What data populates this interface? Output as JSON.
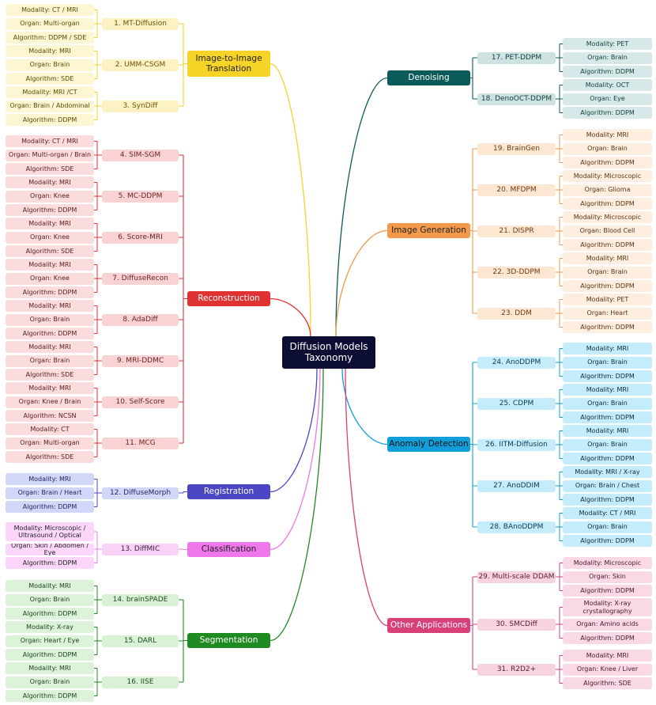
{
  "root": {
    "label": "Diffusion Models Taxonomy",
    "color": "#0b0d33"
  },
  "categories": [
    {
      "id": "i2i",
      "label": "Image-to-Image Translation",
      "color": "#f5d327",
      "text_color": "#222222",
      "method_color": "#fdf2c4",
      "leaf_color": "#fdf6d3",
      "method_text": "#6b5300",
      "leaf_text": "#5a4a00",
      "methods": [
        {
          "label": "1. MT-Diffusion",
          "attrs": [
            "Modality: CT / MRI",
            "Organ: Multi-organ",
            "Algorithm: DDPM / SDE"
          ]
        },
        {
          "label": "2. UMM-CSGM",
          "attrs": [
            "Modality: MRI",
            "Organ: Brain",
            "Algorithm: SDE"
          ]
        },
        {
          "label": "3. SynDiff",
          "attrs": [
            "Modality: MRI /CT",
            "Organ: Brain / Abdominal",
            "Algorithm: DDPM"
          ]
        }
      ]
    },
    {
      "id": "recon",
      "label": "Reconstruction",
      "color": "#e03233",
      "text_color": "#ffffff",
      "method_color": "#f9d3d3",
      "leaf_color": "#fbdcdc",
      "method_text": "#6a1f1f",
      "leaf_text": "#5a1a1a",
      "methods": [
        {
          "label": "4. SIM-SGM",
          "attrs": [
            "Modality: CT / MRI",
            "Organ: Multi-organ / Brain",
            "Algorithm: SDE"
          ]
        },
        {
          "label": "5. MC-DDPM",
          "attrs": [
            "Modality: MRI",
            "Organ: Knee",
            "Algorithm: DDPM"
          ]
        },
        {
          "label": "6. Score-MRI",
          "attrs": [
            "Modality: MRI",
            "Organ: Knee",
            "Algorithm: SDE"
          ]
        },
        {
          "label": "7. DiffuseRecon",
          "attrs": [
            "Modality: MRI",
            "Organ: Knee",
            "Algorithm: DDPM"
          ]
        },
        {
          "label": "8. AdaDiff",
          "attrs": [
            "Modality: MRI",
            "Organ: Brain",
            "Algorithm: DDPM"
          ]
        },
        {
          "label": "9. MRI-DDMC",
          "attrs": [
            "Modality: MRI",
            "Organ: Brain",
            "Algorithm: SDE"
          ]
        },
        {
          "label": "10. Self-Score",
          "attrs": [
            "Modality: MRI",
            "Organ: Knee / Brain",
            "Algorithm: NCSN"
          ]
        },
        {
          "label": "11. MCG",
          "attrs": [
            "Modality: CT",
            "Organ: Multi-organ",
            "Algorithm: SDE"
          ]
        }
      ]
    },
    {
      "id": "reg",
      "label": "Registration",
      "color": "#4b46c3",
      "text_color": "#ffffff",
      "method_color": "#d2d7f7",
      "leaf_color": "#d2d7f7",
      "method_text": "#26246a",
      "leaf_text": "#202060",
      "methods": [
        {
          "label": "12. DiffuseMorph",
          "attrs": [
            "Modality: MRI",
            "Organ: Brain / Heart",
            "Algorithm: DDPM"
          ]
        }
      ]
    },
    {
      "id": "cls",
      "label": "Classification",
      "color": "#ee78ea",
      "text_color": "#222222",
      "method_color": "#f8d3f7",
      "leaf_color": "#fbd5fa",
      "method_text": "#3a1a3a",
      "leaf_text": "#222222",
      "methods": [
        {
          "label": "13. DiffMIC",
          "attrs": [
            "Modality: Microscopic / Ultrasound / Optical",
            "Organ: Skin / Abdomen / Eye",
            "Algorithm: DDPM"
          ]
        }
      ]
    },
    {
      "id": "seg",
      "label": "Segmentation",
      "color": "#1f8a22",
      "text_color": "#ffffff",
      "method_color": "#d9f2d6",
      "leaf_color": "#dcf2d9",
      "method_text": "#1e4a1e",
      "leaf_text": "#1a451a",
      "methods": [
        {
          "label": "14. brainSPADE",
          "attrs": [
            "Modality: MRI",
            "Organ: Brain",
            "Algorithm: DDPM"
          ]
        },
        {
          "label": "15. DARL",
          "attrs": [
            "Modality: X-ray",
            "Organ: Heart / Eye",
            "Algorithm: DDPM"
          ]
        },
        {
          "label": "16. IISE",
          "attrs": [
            "Modality: MRI",
            "Organ: Brain",
            "Algorithm: DDPM"
          ]
        }
      ]
    },
    {
      "id": "den",
      "label": "Denoising",
      "color": "#0b5b5b",
      "text_color": "#ffffff",
      "method_color": "#cfe2e2",
      "leaf_color": "#d6e8e8",
      "method_text": "#0e3d3d",
      "leaf_text": "#0e3d3d",
      "methods": [
        {
          "label": "17. PET-DDPM",
          "attrs": [
            "Modality: PET",
            "Organ: Brain",
            "Algorithm: DDPM"
          ]
        },
        {
          "label": "18. DenoOCT-DDPM",
          "attrs": [
            "Modality: OCT",
            "Organ: Eye",
            "Algorithm: DDPM"
          ]
        }
      ]
    },
    {
      "id": "gen",
      "label": "Image Generation",
      "color": "#f29a4a",
      "text_color": "#222222",
      "method_color": "#fde7d2",
      "leaf_color": "#fdeedf",
      "method_text": "#6a3a10",
      "leaf_text": "#5a3210",
      "methods": [
        {
          "label": "19. BrainGen",
          "attrs": [
            "Modality: MRI",
            "Organ: Brain",
            "Algorithm: DDPM"
          ]
        },
        {
          "label": "20. MFDPM",
          "attrs": [
            "Modality: Microscopic",
            "Organ: Glioma",
            "Algorithm: DDPM"
          ]
        },
        {
          "label": "21. DISPR",
          "attrs": [
            "Modality: Microscopic",
            "Organ: Blood Cell",
            "Algorithm: DDPM"
          ]
        },
        {
          "label": "22. 3D-DDPM",
          "attrs": [
            "Modality: MRI",
            "Organ: Brain",
            "Algorithm: DDPM"
          ]
        },
        {
          "label": "23. DDM",
          "attrs": [
            "Modality: PET",
            "Organ: Heart",
            "Algorithm: DDPM"
          ]
        }
      ]
    },
    {
      "id": "anom",
      "label": "Anomaly Detection",
      "color": "#129fd9",
      "text_color": "#111111",
      "method_color": "#c5ecfa",
      "leaf_color": "#c5ecfa",
      "method_text": "#0a3a55",
      "leaf_text": "#0a2a3d",
      "methods": [
        {
          "label": "24. AnoDDPM",
          "attrs": [
            "Modality: MRI",
            "Organ: Brain",
            "Algorithm: DDPM"
          ]
        },
        {
          "label": "25. CDPM",
          "attrs": [
            "Modality: MRI",
            "Organ: Brain",
            "Algorithm: DDPM"
          ]
        },
        {
          "label": "26. IITM-Diffusion",
          "attrs": [
            "Modality: MRI",
            "Organ: Brain",
            "Algorithm: DDPM"
          ]
        },
        {
          "label": "27. AnoDDIM",
          "attrs": [
            "Modality: MRI / X-ray",
            "Organ: Brain / Chest",
            "Algorithm: DDPM"
          ]
        },
        {
          "label": "28. BAnoDDPM",
          "attrs": [
            "Modality: CT / MRI",
            "Organ: Brain",
            "Algorithm: DDPM"
          ]
        }
      ]
    },
    {
      "id": "other",
      "label": "Other Applications",
      "color": "#d9407a",
      "text_color": "#ffffff",
      "method_color": "#f7d3e0",
      "leaf_color": "#f8d9e5",
      "method_text": "#5a1a30",
      "leaf_text": "#4a1628",
      "methods": [
        {
          "label": "29. Multi-scale DDAM",
          "attrs": [
            "Modality: Microscopic",
            "Organ: Skin",
            "Algorithm: DDPM"
          ]
        },
        {
          "label": "30. SMCDiff",
          "attrs": [
            "Modality: X-ray crystallography",
            "Organ: Amino acids",
            "Algorithm: DDPM"
          ]
        },
        {
          "label": "31. R2D2+",
          "attrs": [
            "Modality: MRI",
            "Organ: Knee / Liver",
            "Algorithm: SDE"
          ]
        }
      ]
    }
  ]
}
